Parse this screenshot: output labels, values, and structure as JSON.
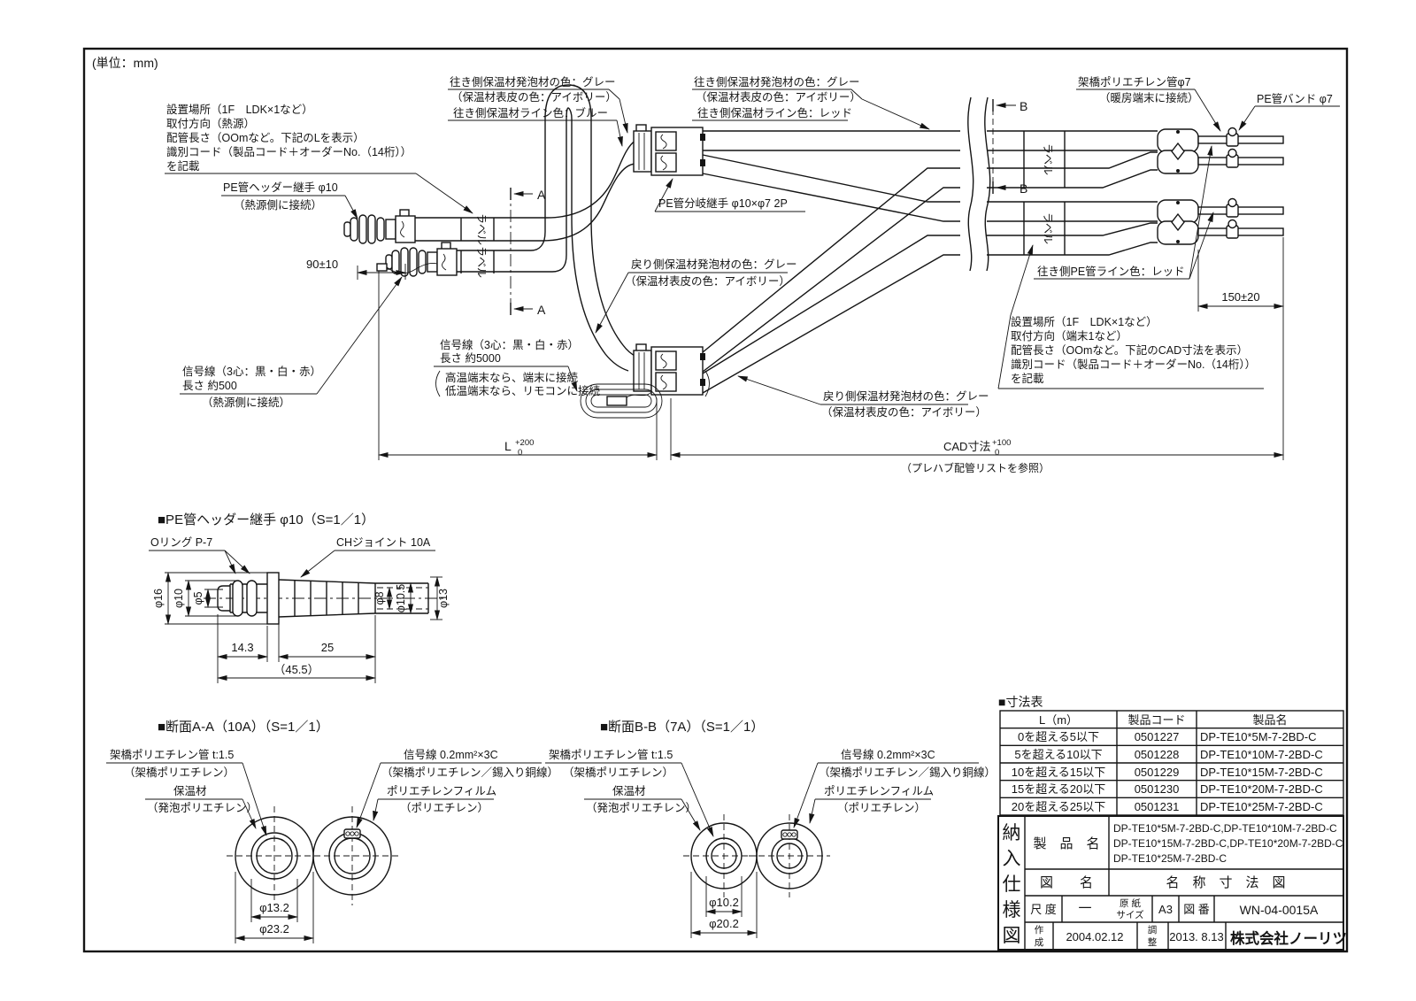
{
  "unit_note": "(単位：mm)",
  "main": {
    "notes_left": [
      "設置場所（1F　LDK×1など）",
      "取付方向（熱源）",
      "配管長さ（OOmなど。下記のLを表示）",
      "識別コード（製品コード＋オーダーNo.（14桁））",
      "を記載"
    ],
    "header_joint": [
      "PE管ヘッダー継手 φ10",
      "（熱源側に接続）"
    ],
    "dim_90": "90±10",
    "supply_left": [
      "往き側保温材発泡材の色：グレー",
      "（保温材表皮の色：アイボリー）",
      "往き側保温材ライン色：ブルー"
    ],
    "supply_right": [
      "往き側保温材発泡材の色：グレー",
      "（保温材表皮の色：アイボリー）",
      "往き側保温材ライン色：レッド"
    ],
    "xlpe": [
      "架橋ポリエチレン管φ7",
      "（暖房端末に接続）"
    ],
    "pe_band": "PE管バンド φ7",
    "branch_joint": "PE管分岐継手 φ10×φ7 2P",
    "return_label": [
      "戻り側保温材発泡材の色：グレー",
      "（保温材表皮の色：アイボリー）"
    ],
    "signal_short": [
      "信号線（3心：黒・白・赤）",
      "長さ 約500",
      "（熱源側に接続）"
    ],
    "signal_long": [
      "信号線（3心：黒・白・赤）",
      "長さ 約5000",
      "高温端末なら、端末に接続",
      "低温端末なら、リモコンに接続"
    ],
    "supply_pe_line": "往き側PE管ライン色：レッド",
    "dim_150": "150±20",
    "notes_right": [
      "設置場所（1F　LDK×1など）",
      "取付方向（端末1など）",
      "配管長さ（OOmなど。下記のCAD寸法を表示）",
      "識別コード（製品コード＋オーダーNo.（14桁））",
      "を記載"
    ],
    "dim_L": "L",
    "dim_L_tol_up": "+200",
    "dim_L_tol_dn": "0",
    "dim_cad": "CAD寸法",
    "dim_cad_tol_up": "+100",
    "dim_cad_tol_dn": "0",
    "cad_note": "（プレハブ配管リストを参照）",
    "pipe_tag": "ラベル",
    "sec_a": "A",
    "sec_b": "B"
  },
  "fitting": {
    "title": "■PE管ヘッダー継手 φ10（S=1／1）",
    "oring": "Oリング P-7",
    "chjoint": "CHジョイント 10A",
    "d16": "φ16",
    "d10": "φ10",
    "d5": "φ5",
    "d8": "φ8",
    "d10_5": "φ10.5",
    "d13": "φ13",
    "l1": "14.3",
    "l2": "25",
    "ltotal": "（45.5）"
  },
  "xsec": {
    "title_a": "■断面A-A（10A）（S=1／1）",
    "title_b": "■断面B-B（7A）（S=1／1）",
    "pipe": [
      "架橋ポリエチレン管 t:1.5",
      "（架橋ポリエチレン）"
    ],
    "ins": [
      "保温材",
      "（発泡ポリエチレン）"
    ],
    "sig": [
      "信号線 0.2mm²×3C",
      "（架橋ポリエチレン／錫入り銅線）"
    ],
    "film": [
      "ポリエチレンフィルム",
      "（ポリエチレン）"
    ],
    "a_d1": "φ13.2",
    "a_d2": "φ23.2",
    "b_d1": "φ10.2",
    "b_d2": "φ20.2"
  },
  "table": {
    "title": "■寸法表",
    "headers": [
      "L（m）",
      "製品コード",
      "製品名"
    ],
    "rows": [
      [
        "0を超える5以下",
        "0501227",
        "DP-TE10*5M-7-2BD-C"
      ],
      [
        "5を超える10以下",
        "0501228",
        "DP-TE10*10M-7-2BD-C"
      ],
      [
        "10を超える15以下",
        "0501229",
        "DP-TE10*15M-7-2BD-C"
      ],
      [
        "15を超える20以下",
        "0501230",
        "DP-TE10*20M-7-2BD-C"
      ],
      [
        "20を超える25以下",
        "0501231",
        "DP-TE10*25M-7-2BD-C"
      ]
    ]
  },
  "tb": {
    "doc": [
      "納",
      "入",
      "仕",
      "様",
      "図"
    ],
    "product_label": "製　品　名",
    "products": [
      "DP-TE10*5M-7-2BD-C,DP-TE10*10M-7-2BD-C",
      "DP-TE10*15M-7-2BD-C,DP-TE10*20M-7-2BD-C",
      "DP-TE10*25M-7-2BD-C"
    ],
    "zuname_label": "図　　名",
    "zuname": "名　称　寸　法　図",
    "scale_label": "尺 度",
    "scale": "一",
    "paper1": "原 紙",
    "paper2": "サイズ",
    "paper": "A3",
    "zuban_label": "図 番",
    "zuban": "WN-04-0015A",
    "made1": "作",
    "made2": "成",
    "made_date": "2004.02.12",
    "adj1": "調",
    "adj2": "整",
    "adj_date": "2013. 8.13",
    "company": "株式会社ノーリツ"
  }
}
